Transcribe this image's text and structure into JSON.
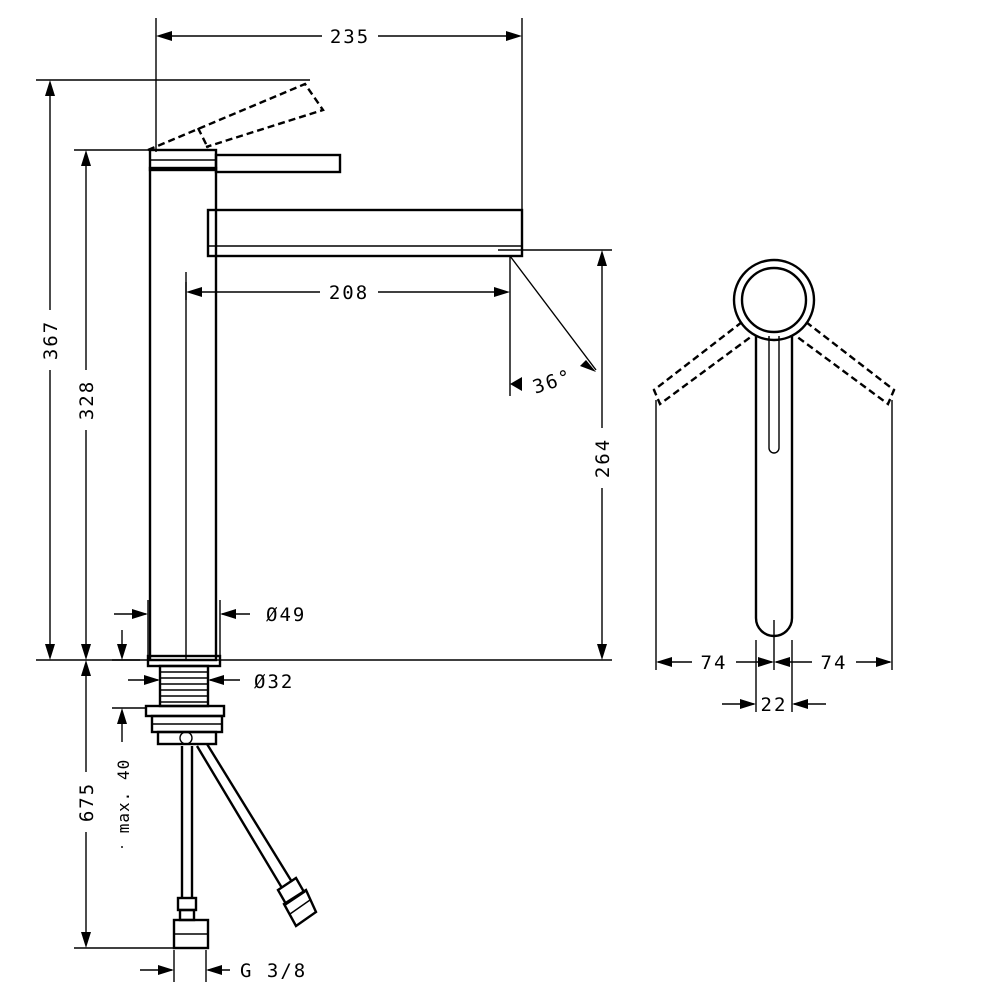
{
  "dimensions": {
    "overall_reach": "235",
    "spout_reach": "208",
    "total_height": "367",
    "body_height": "328",
    "spout_height": "264",
    "spout_angle": "36°",
    "body_diameter": "Ø49",
    "mounting_diameter": "Ø32",
    "hose_length": "675",
    "max_thickness": "max. 40",
    "connection": "G 3/8",
    "lever_swing_left": "74",
    "lever_swing_right": "74",
    "lever_width": "22"
  }
}
